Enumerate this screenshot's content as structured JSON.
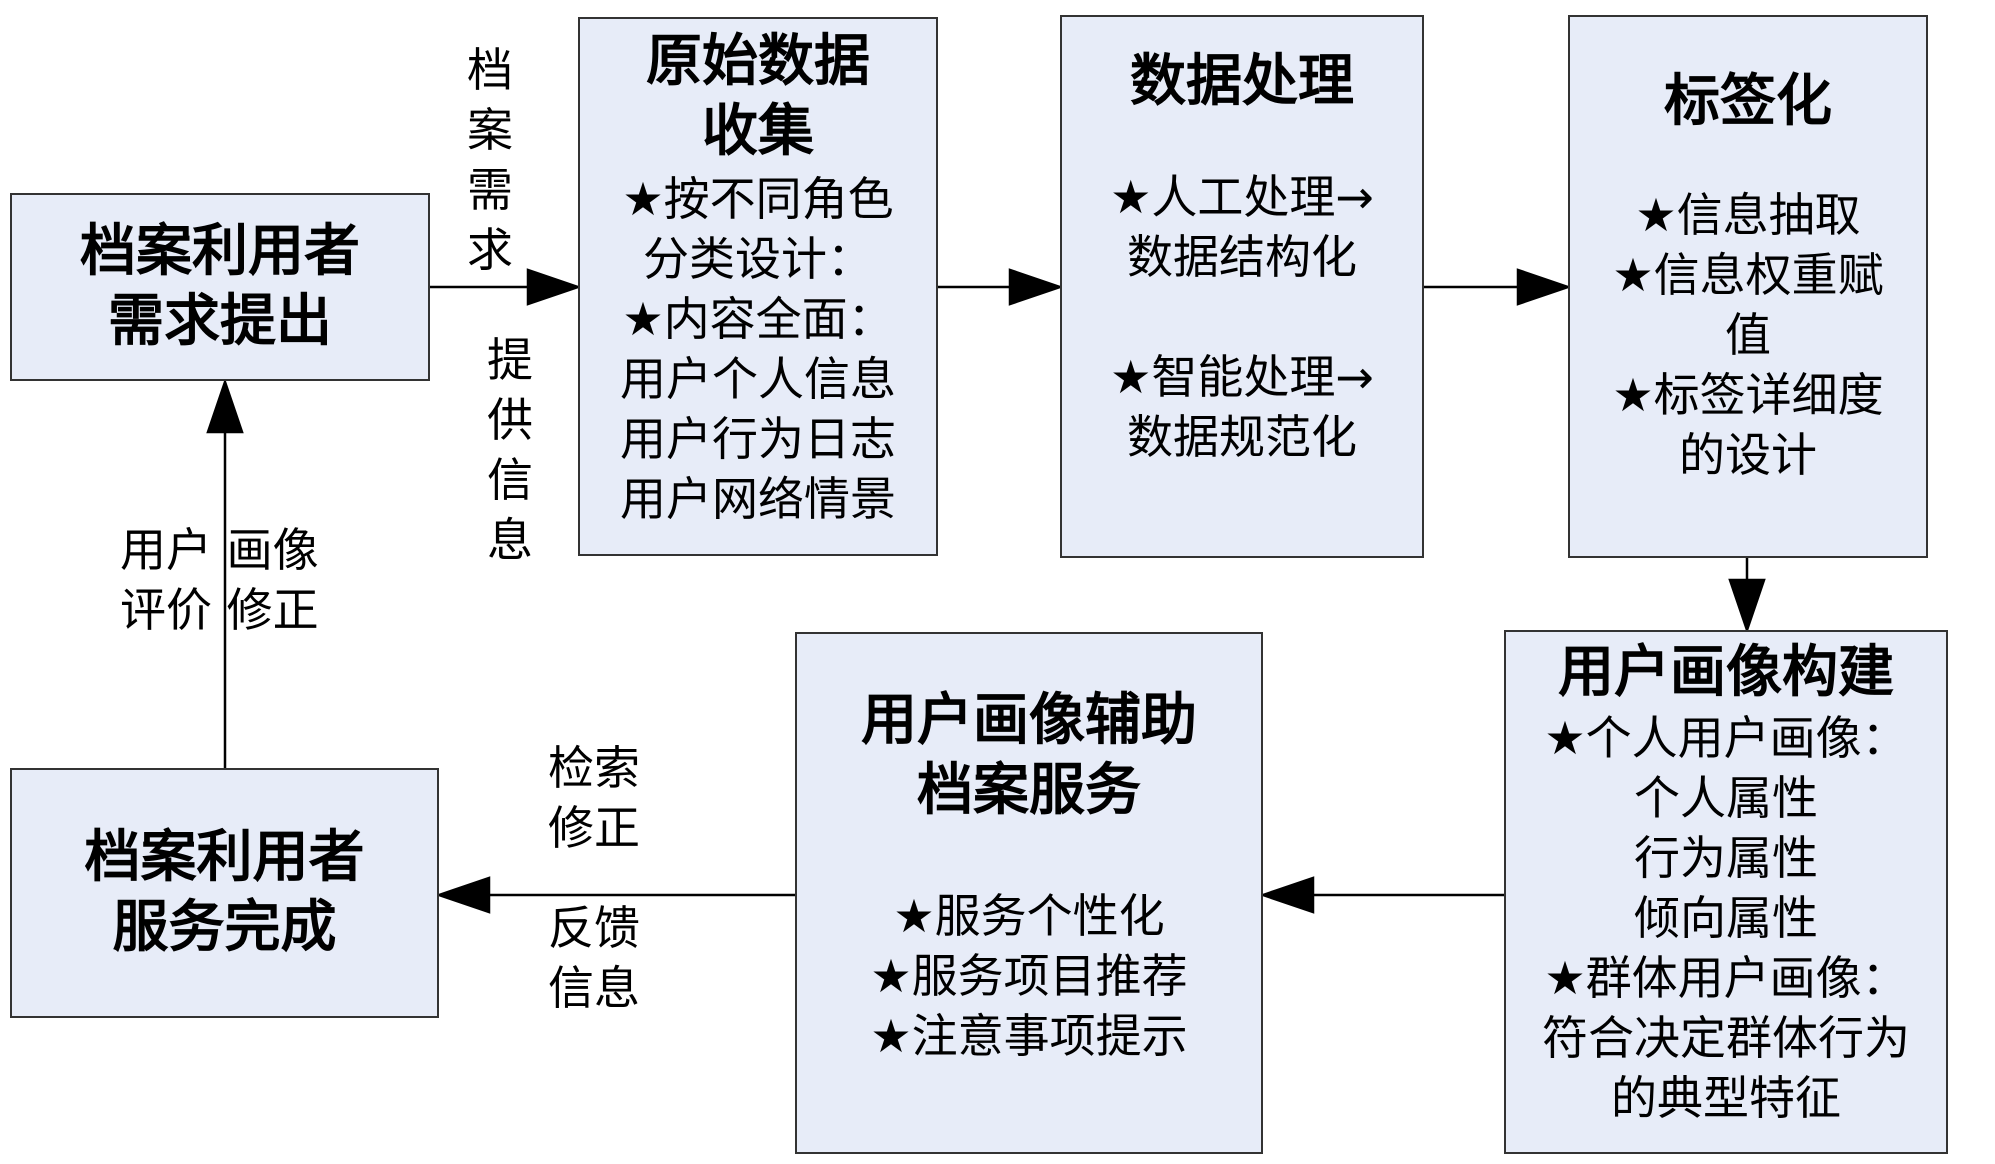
{
  "nodes": {
    "user_request": {
      "title": "档案利用者需求提出"
    },
    "raw_collect": {
      "title": "原始数据收集",
      "items": [
        "★按不同角色",
        "分类设计：",
        "★内容全面：",
        "用户个人信息",
        "用户行为日志",
        "用户网络情景"
      ]
    },
    "data_process": {
      "title": "数据处理",
      "items": [
        "★人工处理→",
        "数据结构化",
        "",
        "★智能处理→",
        "数据规范化"
      ]
    },
    "tagging": {
      "title": "标签化",
      "items": [
        "★信息抽取",
        "★信息权重赋",
        "值",
        "★标签详细度",
        "的设计"
      ]
    },
    "portrait_build": {
      "title": "用户画像构建",
      "items": [
        "★个人用户画像：",
        "个人属性",
        "行为属性",
        "倾向属性",
        "★群体用户画像：",
        "符合决定群体行为",
        "的典型特征"
      ]
    },
    "portrait_service": {
      "title": "用户画像辅助档案服务",
      "items": [
        "★服务个性化",
        "★服务项目推荐",
        "★注意事项提示"
      ]
    },
    "service_done": {
      "title": "档案利用者服务完成"
    }
  },
  "edge_labels": {
    "archive_need": "档案需求",
    "provide_info": "提供信息",
    "portrait_eval": "用户 画像",
    "portrait_fix": "评价 修正",
    "search_fix": "检索修正",
    "feedback_info": "反馈信息"
  }
}
